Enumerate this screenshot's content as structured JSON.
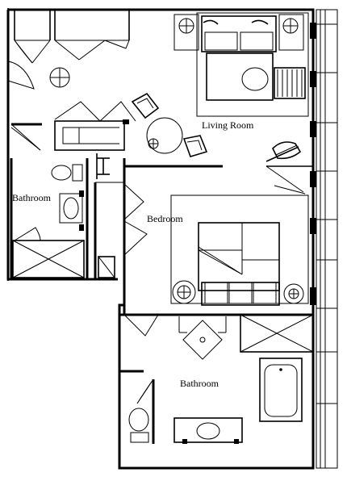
{
  "rooms": {
    "living_room": "Living Room",
    "bedroom": "Bedroom",
    "bathroom_left": "Bathroom",
    "bathroom_bottom": "Bathroom"
  }
}
